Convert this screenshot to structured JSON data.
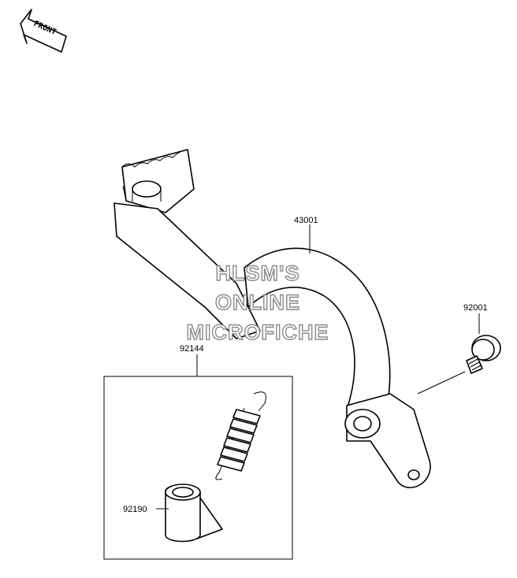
{
  "front_arrow": {
    "label": "FRONT"
  },
  "parts": [
    {
      "id": "43001"
    },
    {
      "id": "92001"
    },
    {
      "id": "92144"
    },
    {
      "id": "92190"
    }
  ],
  "watermark": {
    "line1": "HLSM'S",
    "line2": "ONLINE",
    "line3": "MICROFICHE"
  }
}
